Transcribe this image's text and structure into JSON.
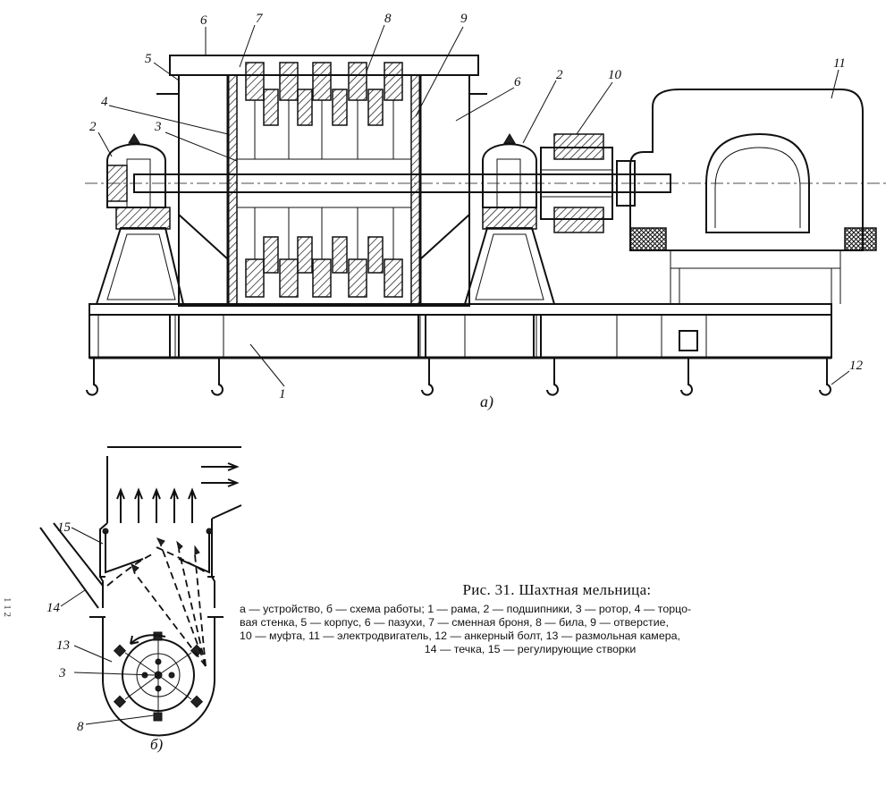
{
  "figure": {
    "subfig_a_label": "а)",
    "subfig_b_label": "б)",
    "part_labels_a": [
      "1",
      "2",
      "2",
      "3",
      "4",
      "5",
      "6",
      "6",
      "7",
      "8",
      "9",
      "10",
      "11",
      "12"
    ],
    "part_labels_b": [
      "3",
      "8",
      "13",
      "14",
      "15"
    ]
  },
  "caption": {
    "title": "Рис. 31. Шахтная мельница:",
    "line1": "а — устройство, б — схема работы; 1 — рама, 2 — подшипники, 3 — ротор, 4 — торцо-",
    "line2": "вая стенка, 5 — корпус, 6 — пазухи, 7 — сменная броня, 8 — била, 9 — отверстие,",
    "line3": "10 — муфта, 11 — электродвигатель, 12 — анкерный болт, 13 — размольная камера,",
    "line4": "14 — течка, 15 — регулирующие створки"
  },
  "margin_mark": "1 1 2"
}
